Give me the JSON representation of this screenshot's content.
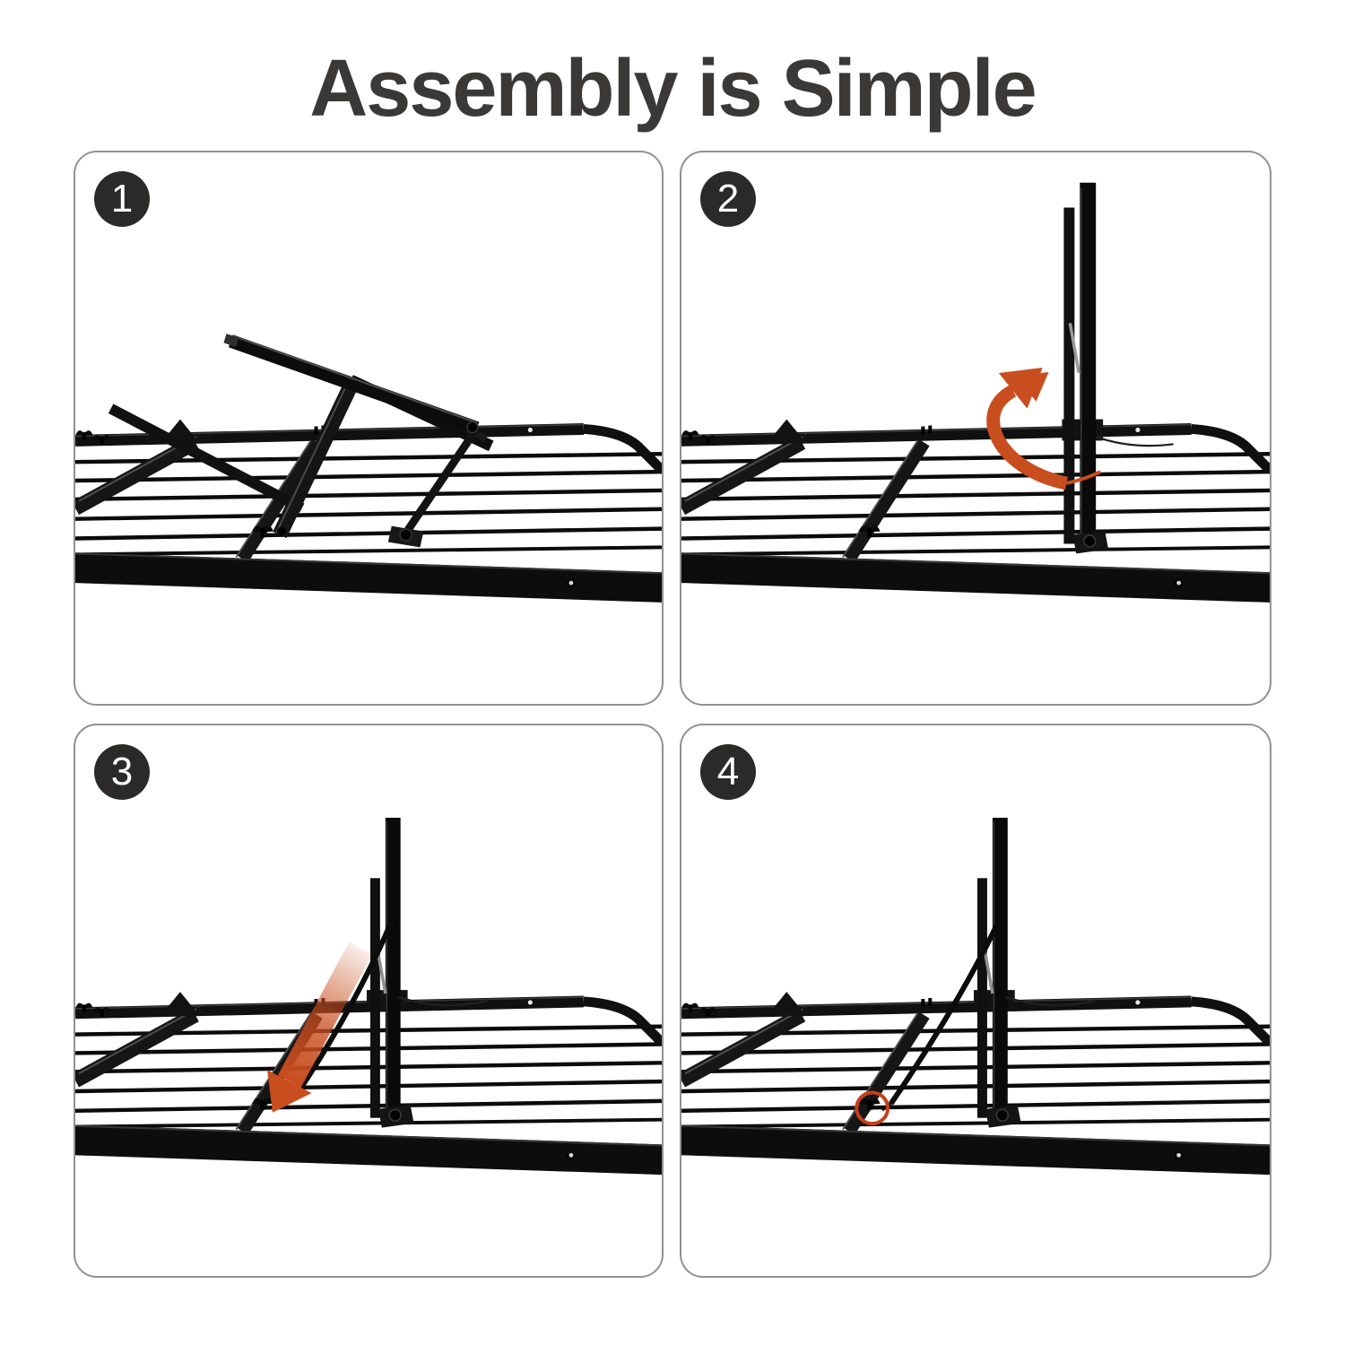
{
  "title": "Assembly is Simple",
  "colors": {
    "accent_orange": "#c84d1f",
    "highlight_red": "#c5401a",
    "badge_background": "#2b2a28",
    "panel_border": "#8e9297",
    "title_text": "#3a3938",
    "frame_black": "#0d0d0d"
  },
  "steps": [
    {
      "number": "1",
      "annotation": "none",
      "illustration": "bed-frame-legs-folded-flat"
    },
    {
      "number": "2",
      "annotation": "curved-arrow",
      "illustration": "bed-frame-legs-raised-upright"
    },
    {
      "number": "3",
      "annotation": "straight-arrow",
      "illustration": "bed-frame-brace-slide-down"
    },
    {
      "number": "4",
      "annotation": "highlight-circle",
      "illustration": "bed-frame-brace-secured-wingnut"
    }
  ]
}
